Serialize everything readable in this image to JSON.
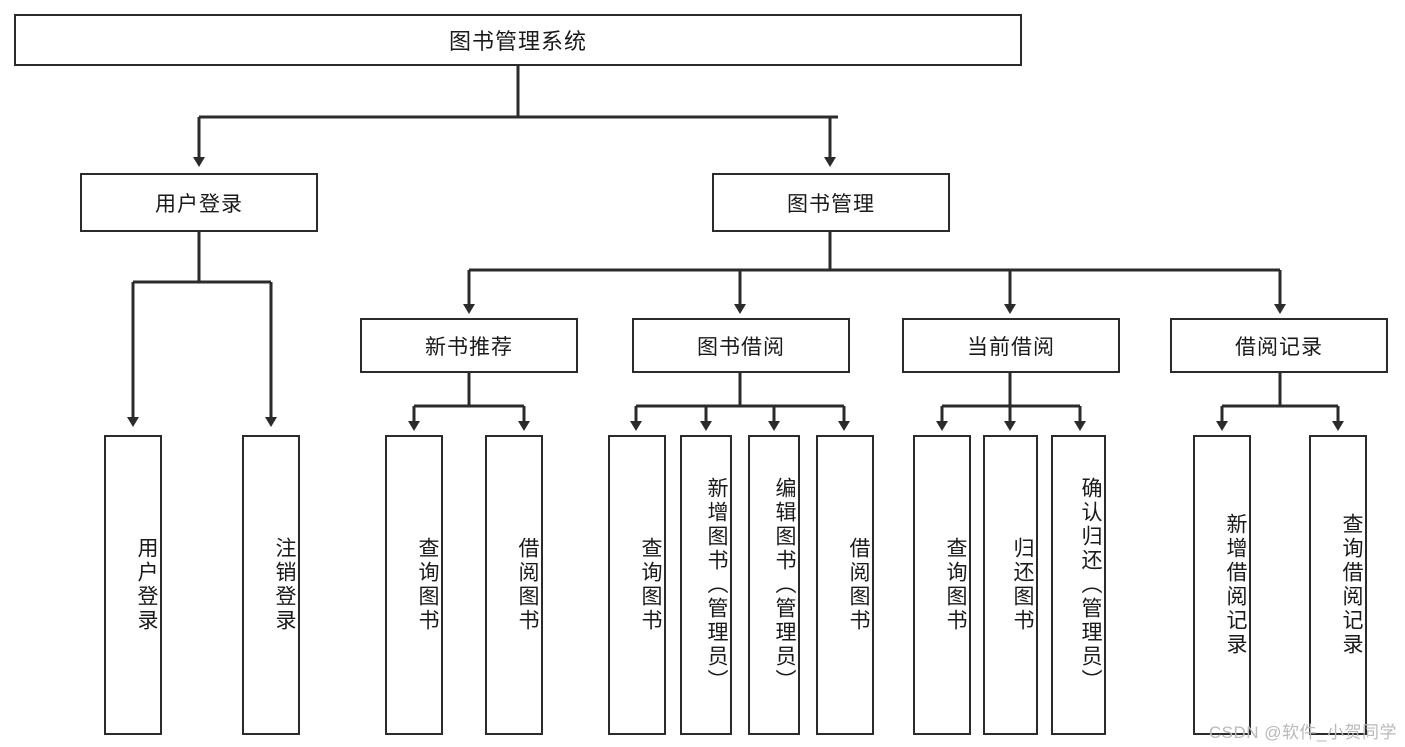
{
  "diagram": {
    "title": "图书管理系统",
    "type": "tree-hierarchy-chart",
    "line_color": "#2b2b2b",
    "background": "#ffffff",
    "text_color": "#1a1a1a",
    "levels": {
      "root": {
        "label": "图书管理系统"
      },
      "level1": [
        {
          "label": "用户登录"
        },
        {
          "label": "图书管理"
        }
      ],
      "level2": [
        {
          "label": "新书推荐"
        },
        {
          "label": "图书借阅"
        },
        {
          "label": "当前借阅"
        },
        {
          "label": "借阅记录"
        }
      ],
      "leaves_user_login": [
        {
          "label": "用户登录"
        },
        {
          "label": "注销登录"
        }
      ],
      "leaves_new_books": [
        {
          "label": "查询图书"
        },
        {
          "label": "借阅图书"
        }
      ],
      "leaves_borrow": [
        {
          "label": "查询图书"
        },
        {
          "label": "新增图书（管理员）"
        },
        {
          "label": "编辑图书（管理员）"
        },
        {
          "label": "借阅图书"
        }
      ],
      "leaves_current": [
        {
          "label": "查询图书"
        },
        {
          "label": "归还图书"
        },
        {
          "label": "确认归还（管理员）"
        }
      ],
      "leaves_records": [
        {
          "label": "新增借阅记录"
        },
        {
          "label": "查询借阅记录"
        }
      ]
    }
  },
  "watermark": {
    "text": "CSDN @软件_小贺同学",
    "color": "#b9b9b9"
  }
}
